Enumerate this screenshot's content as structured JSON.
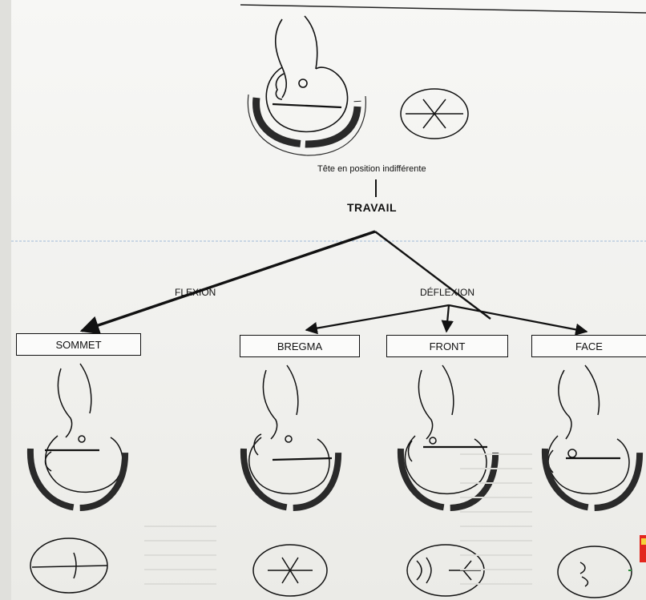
{
  "top_caption": "Tête en position indifférente",
  "root_label": "TRAVAIL",
  "branches": {
    "flexion": "FLEXION",
    "deflexion": "DÉFLEXION"
  },
  "presentations": [
    {
      "id": "sommet",
      "label": "SOMMET"
    },
    {
      "id": "bregma",
      "label": "BREGMA"
    },
    {
      "id": "front",
      "label": "FRONT"
    },
    {
      "id": "face",
      "label": "FACE"
    }
  ],
  "colors": {
    "ink": "#111111",
    "paper": "#f4f4f1",
    "pelvis": "#2a2a2a",
    "divider": "#9db7d6",
    "accent": "#e3261e"
  }
}
